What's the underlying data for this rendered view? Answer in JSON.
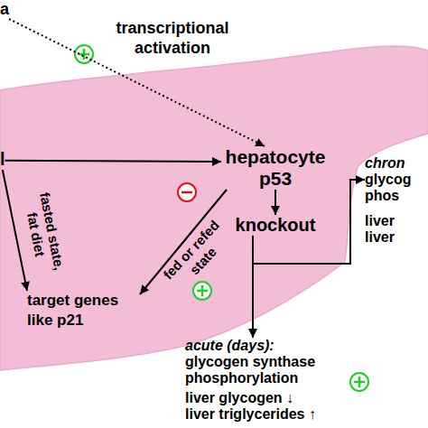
{
  "diagram": {
    "nodes": [
      {
        "text": [
          "a"
        ]
      },
      {
        "text": [
          "l"
        ]
      },
      {
        "text": [
          "hepatocyte p53"
        ]
      },
      {
        "text": [
          "knockout"
        ]
      },
      {
        "text": [
          "target genes like p21"
        ]
      },
      {
        "text": [
          "acute (days):",
          "glycogen synthase phosphorylation",
          "liver glycogen ↓",
          "liver triglycerides ↑"
        ]
      },
      {
        "text": [
          "chron",
          "glycog",
          "phos",
          "liver",
          "liver"
        ]
      }
    ],
    "edges": [
      {
        "from": 0,
        "to": 2,
        "arrow": "to",
        "label": "transcriptional activation"
      },
      {
        "from": 1,
        "to": 2,
        "arrow": "to"
      },
      {
        "from": 1,
        "to": 4,
        "arrow": "to",
        "label": "fasted state, fat diet"
      },
      {
        "from": 2,
        "to": 4,
        "arrow": "to",
        "label": "fed or refed state"
      },
      {
        "from": 2,
        "to": 3,
        "arrow": "to"
      },
      {
        "from": 3,
        "to": 5,
        "arrow": "to"
      },
      {
        "from": 3,
        "to": 6,
        "arrow": "to"
      }
    ]
  }
}
